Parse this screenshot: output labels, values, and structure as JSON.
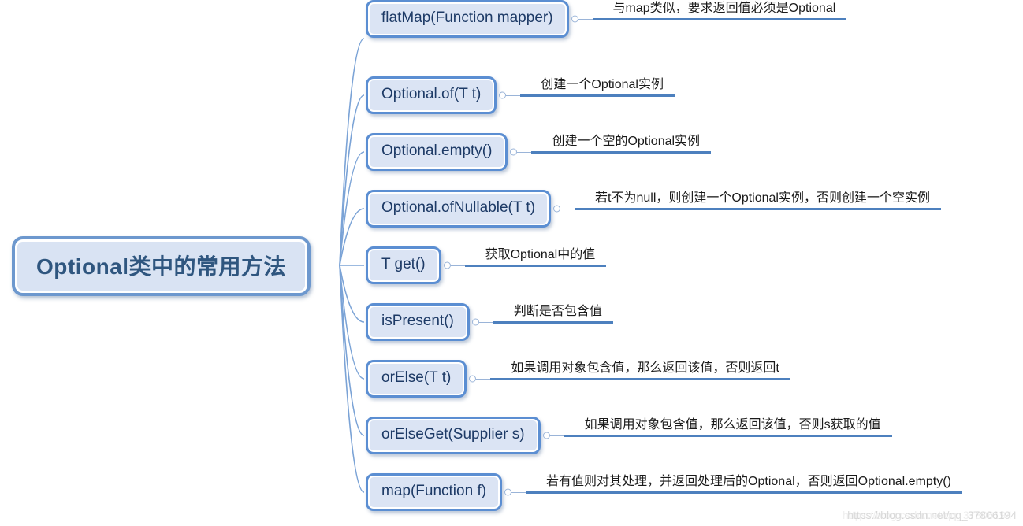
{
  "central": {
    "title": "Optional类中的常用方法"
  },
  "branches": [
    {
      "label": "Optional.of(T t)",
      "note": "创建一个Optional实例"
    },
    {
      "label": "Optional.empty()",
      "note": "创建一个空的Optional实例"
    },
    {
      "label": "Optional.ofNullable(T t)",
      "note": "若t不为null，则创建一个Optional实例，否则创建一个空实例"
    },
    {
      "label": "T get()",
      "note": "获取Optional中的值"
    },
    {
      "label": "isPresent()",
      "note": "判断是否包含值"
    },
    {
      "label": "orElse(T t)",
      "note": "如果调用对象包含值，那么返回该值，否则返回t"
    },
    {
      "label": "orElseGet(Supplier s)",
      "note": "如果调用对象包含值，那么返回该值，否则s获取的值"
    },
    {
      "label": "map(Function f)",
      "note": "若有值则对其处理，并返回处理后的Optional，否则返回Optional.empty()"
    },
    {
      "label": "flatMap(Function mapper)",
      "note": "与map类似，要求返回值必须是Optional"
    }
  ],
  "watermark": "https://blog.csdn.net/qq_37806194",
  "colors": {
    "node_border": "#5b8ed2",
    "node_fill": "#dbe4f4",
    "node_text": "#1d3a66",
    "central_border": "#6d98ce",
    "central_text": "#2f567f",
    "note_line": "#4d80be",
    "curve": "#7ba3d6"
  }
}
